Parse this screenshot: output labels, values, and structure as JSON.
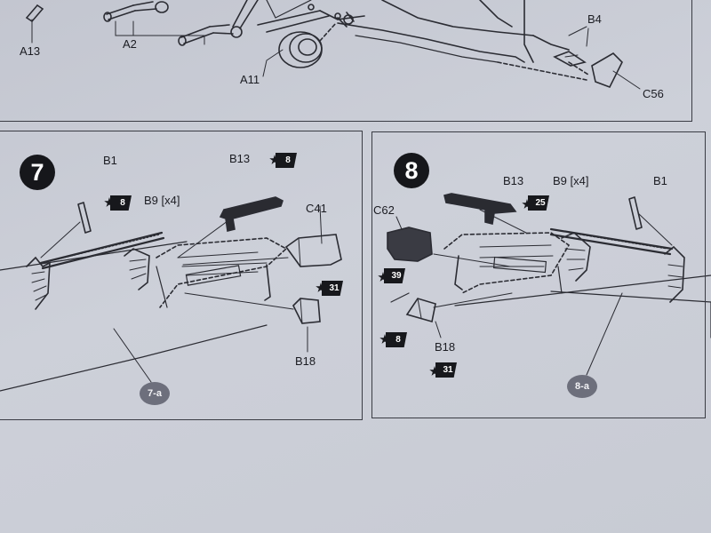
{
  "top_labels": {
    "a13": "A13",
    "a2": "A2",
    "a11": "A11",
    "b4": "B4",
    "c56": "C56"
  },
  "step7": {
    "number": "7",
    "parts": {
      "b1": "B1",
      "b9": "B9 [x4]",
      "b13": "B13",
      "c41": "C41",
      "b18": "B18"
    },
    "badges": {
      "b9": "8",
      "b13": "8",
      "c41": "31"
    },
    "sub": "7-a"
  },
  "step8": {
    "number": "8",
    "parts": {
      "c62": "C62",
      "b13": "B13",
      "b9": "B9 [x4]",
      "b1": "B1",
      "b18": "B18"
    },
    "badges": {
      "c62": "39",
      "b13": "25",
      "b18_left": "8",
      "b18_below": "31"
    },
    "sub": "8-a"
  }
}
